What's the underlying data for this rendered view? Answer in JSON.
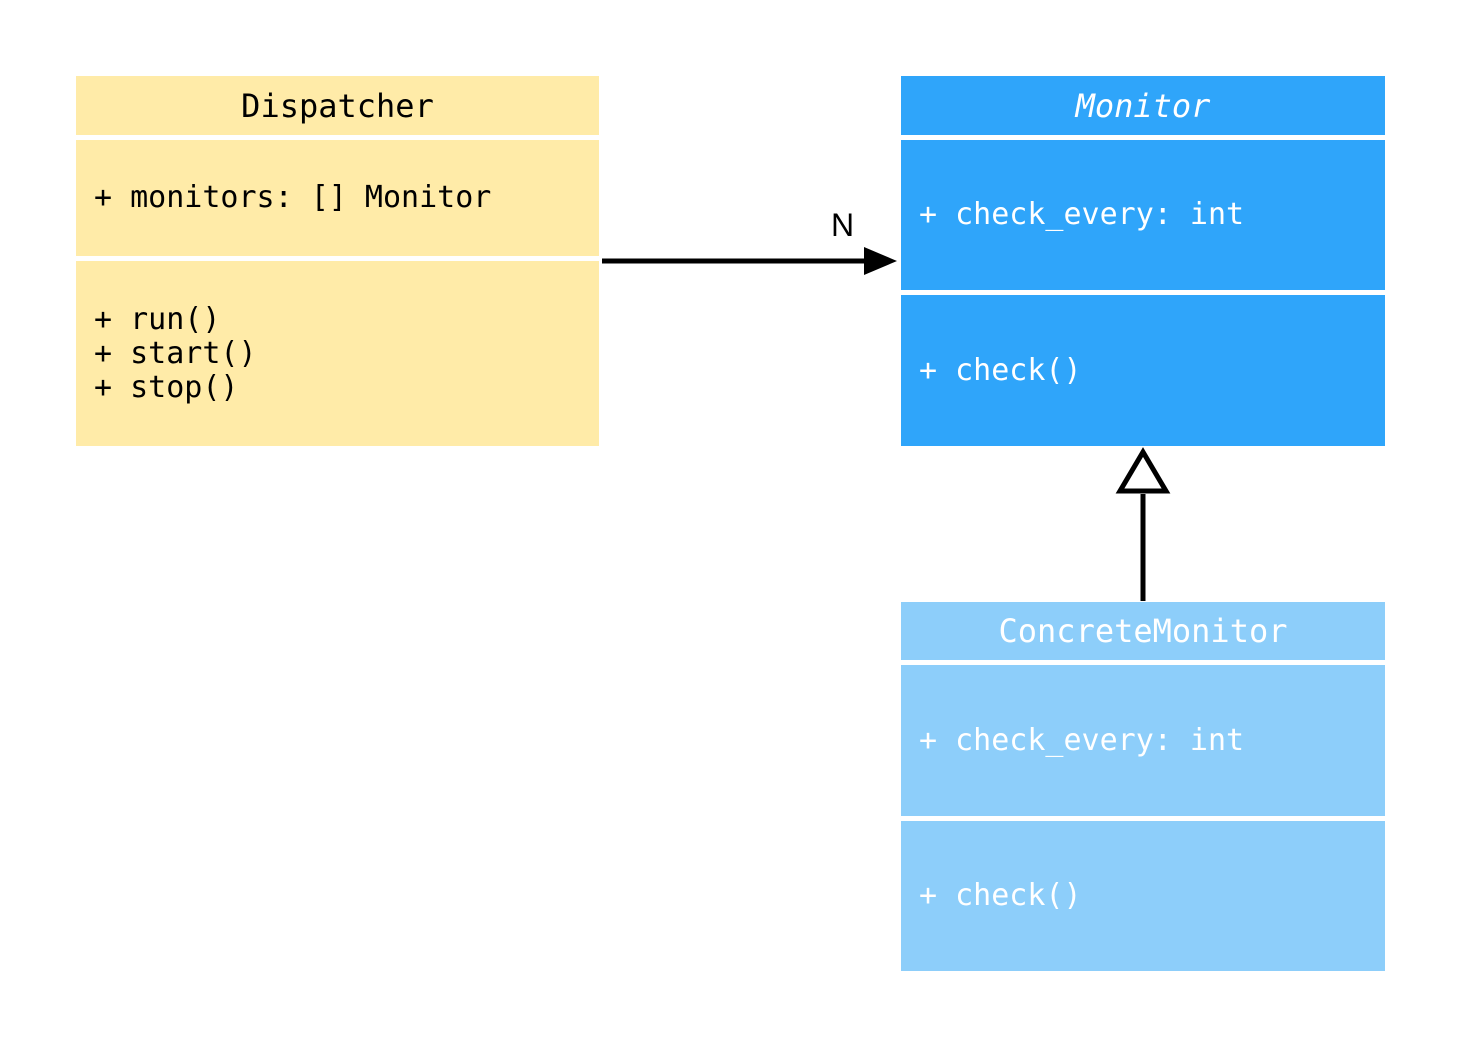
{
  "diagram": {
    "kind": "uml-class-diagram",
    "background": "#ffffff",
    "edge_color": "#000000"
  },
  "classes": {
    "dispatcher": {
      "title": "Dispatcher",
      "abstract": false,
      "attributes": [
        "+ monitors: [] Monitor"
      ],
      "methods": [
        "+ run()",
        "+ start()",
        "+ stop()"
      ],
      "fill": "#FFEBA8",
      "text_color": "#000000"
    },
    "monitor": {
      "title": "Monitor",
      "abstract": true,
      "attributes": [
        "+ check_every: int"
      ],
      "methods": [
        "+ check()"
      ],
      "fill": "#2FA5FA",
      "text_color": "#FFFFFF"
    },
    "concrete_monitor": {
      "title": "ConcreteMonitor",
      "abstract": false,
      "attributes": [
        "+ check_every: int"
      ],
      "methods": [
        "+ check()"
      ],
      "fill": "#8DCEFA",
      "text_color": "#FFFFFF"
    }
  },
  "relations": {
    "dispatcher_to_monitor": {
      "type": "association",
      "from": "Dispatcher",
      "to": "Monitor",
      "label": "N"
    },
    "concrete_monitor_to_monitor": {
      "type": "inheritance",
      "from": "ConcreteMonitor",
      "to": "Monitor",
      "label": ""
    }
  }
}
